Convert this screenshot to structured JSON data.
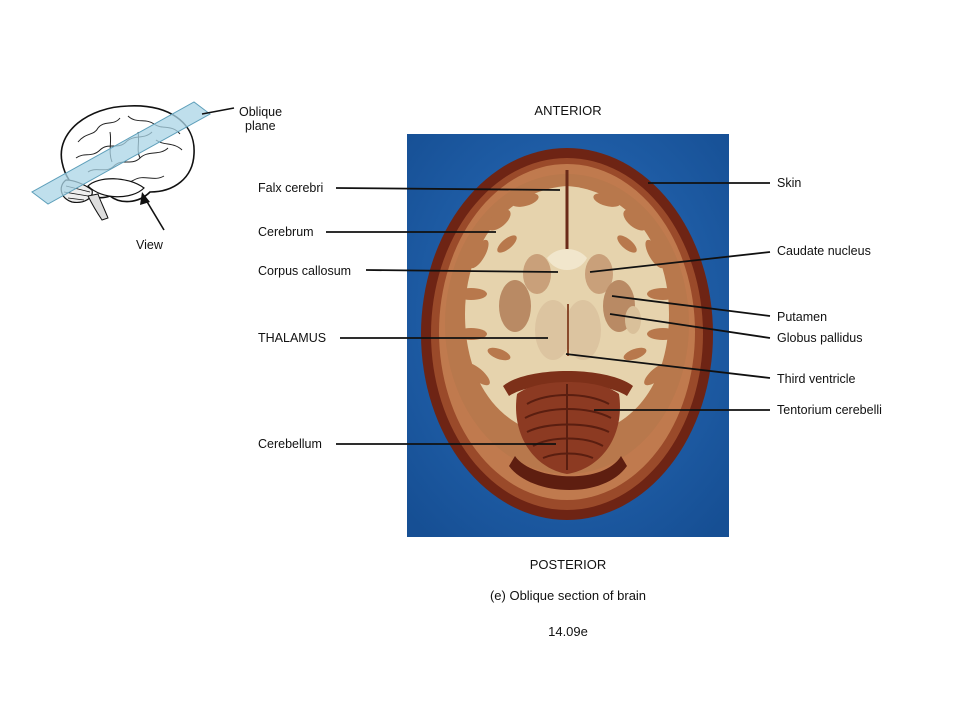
{
  "orientation": {
    "top": "ANTERIOR",
    "bottom": "POSTERIOR"
  },
  "caption": "(e) Oblique section of brain",
  "figure_number": "14.09e",
  "inset": {
    "plane_label_line1": "Oblique",
    "plane_label_line2": "plane",
    "view_label": "View"
  },
  "labels_left": [
    {
      "text": "Falx cerebri"
    },
    {
      "text": "Cerebrum"
    },
    {
      "text": "Corpus callosum"
    },
    {
      "text": "THALAMUS"
    },
    {
      "text": "Cerebellum"
    }
  ],
  "labels_right": [
    {
      "text": "Skin"
    },
    {
      "text": "Caudate nucleus"
    },
    {
      "text": "Putamen"
    },
    {
      "text": "Globus pallidus"
    },
    {
      "text": "Third ventricle"
    },
    {
      "text": "Tentorium cerebelli"
    }
  ],
  "colors": {
    "photo_background": "#1f5fae",
    "skull": "#7a2a18",
    "white_matter": "#e9d8b6",
    "gray_matter": "#b5784c"
  }
}
